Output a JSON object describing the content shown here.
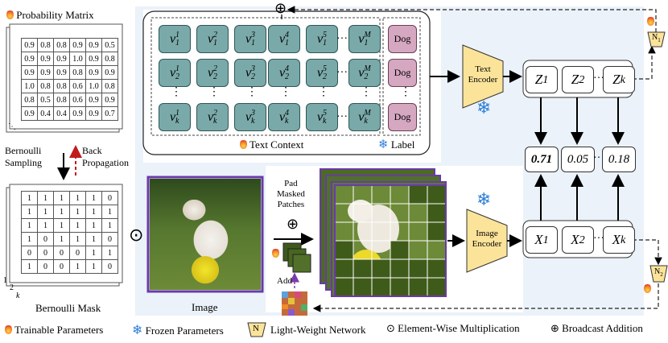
{
  "probability_matrix": {
    "title": "Probability Matrix",
    "rows": [
      [
        "0.9",
        "0.8",
        "0.8",
        "0.9",
        "0.9",
        "0.5"
      ],
      [
        "0.9",
        "0.9",
        "0.9",
        "1.0",
        "0.9",
        "0.8"
      ],
      [
        "0.9",
        "0.9",
        "0.9",
        "0.8",
        "0.9",
        "0.9"
      ],
      [
        "1.0",
        "0.8",
        "0.8",
        "0.6",
        "1.0",
        "0.8"
      ],
      [
        "0.8",
        "0.5",
        "0.8",
        "0.6",
        "0.9",
        "0.9"
      ],
      [
        "0.9",
        "0.4",
        "0.4",
        "0.9",
        "0.9",
        "0.7"
      ]
    ]
  },
  "bernoulli": {
    "sampling_label": "Bernoulli\nSampling",
    "back_label": "Back\nPropagation",
    "mask_title": "Bernoulli Mask",
    "mask_rows": [
      [
        "1",
        "1",
        "1",
        "1",
        "1",
        "0"
      ],
      [
        "1",
        "1",
        "1",
        "1",
        "1",
        "1"
      ],
      [
        "1",
        "1",
        "1",
        "1",
        "1",
        "1"
      ],
      [
        "1",
        "0",
        "1",
        "1",
        "1",
        "0"
      ],
      [
        "0",
        "0",
        "0",
        "0",
        "1",
        "1"
      ],
      [
        "1",
        "0",
        "0",
        "1",
        "1",
        "0"
      ]
    ],
    "axis_1": "1",
    "axis_2": "2",
    "axis_k": "k"
  },
  "text_context": {
    "label": "Text Context",
    "label_tag": "Label",
    "rows": [
      {
        "idx": "1",
        "cols": [
          "1",
          "2",
          "3",
          "4",
          "5",
          "M"
        ]
      },
      {
        "idx": "2",
        "cols": [
          "1",
          "2",
          "3",
          "4",
          "5",
          "M"
        ]
      },
      {
        "idx": "k",
        "cols": [
          "1",
          "2",
          "3",
          "4",
          "5",
          "M"
        ]
      }
    ],
    "dog": "Dog",
    "vsym": "v"
  },
  "encoders": {
    "text": "Text\nEncoder",
    "image": "Image\nEncoder"
  },
  "z": [
    "Z",
    "Z",
    "Z"
  ],
  "z_sub": [
    "1",
    "2",
    "k"
  ],
  "x": [
    "X",
    "X",
    "X"
  ],
  "x_sub": [
    "1",
    "2",
    "k"
  ],
  "scores": [
    "0.71",
    "0.05",
    "0.18"
  ],
  "image_label": "Image",
  "pad_label": "Pad\nMasked\nPatches",
  "add_label": "Add",
  "n_labels": {
    "n1": "N",
    "n1_sub": "1",
    "n2": "N",
    "n2_sub": "2"
  },
  "ops": {
    "odot": "⊙",
    "oplus": "⊕",
    "ellipsis": "···",
    "vdots": "⋮"
  },
  "legend": {
    "trainable": "Trainable Parameters",
    "frozen": "Frozen Parameters",
    "lightweight": "Light-Weight Network",
    "lightweight_n": "N",
    "elementwise": "Element-Wise Multiplication",
    "broadcast": "Broadcast Addition"
  },
  "colors": {
    "accent_purple": "#6a3aa8",
    "teal": "#7aa9a9",
    "pink": "#d5a7c0",
    "encoder": "#fbe49a",
    "panel_bg": "#e3edf7",
    "patch_green": "#3f5b1a",
    "snow": "#2f7fd6"
  }
}
